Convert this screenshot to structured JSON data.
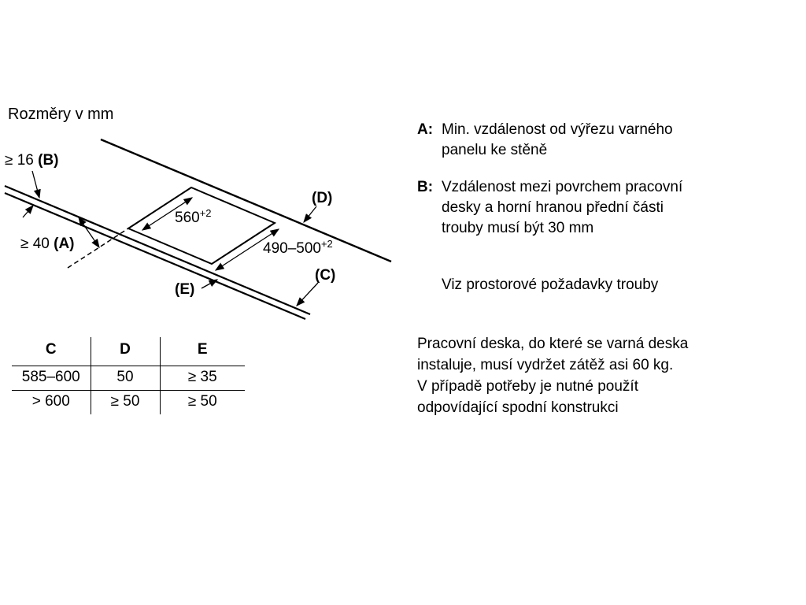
{
  "title": "Rozměry v mm",
  "diagram": {
    "dim_b_value": "≥ 16 ",
    "dim_b_ref": "(B)",
    "dim_a_value": "≥ 40 ",
    "dim_a_ref": "(A)",
    "dim_width_value": "560",
    "dim_width_tol": "+2",
    "dim_depth_value": "490–500",
    "dim_depth_tol": "+2",
    "label_d": "(D)",
    "label_c": "(C)",
    "label_e": "(E)"
  },
  "table": {
    "headers": [
      "C",
      "D",
      "E"
    ],
    "rows": [
      [
        "585–600",
        "50",
        "≥ 35"
      ],
      [
        "> 600",
        "≥ 50",
        "≥ 50"
      ]
    ]
  },
  "notes": {
    "a_label": "A:",
    "a_lines": [
      "Min. vzdálenost od výřezu varného",
      "panelu ke stěně"
    ],
    "b_label": "B:",
    "b_lines": [
      "Vzdálenost mezi povrchem pracovní",
      "desky a horní hranou přední části",
      "trouby musí být 30 mm"
    ],
    "see_also": "Viz prostorové požadavky trouby",
    "paragraph_lines": [
      "Pracovní deska, do které se varná deska",
      "instaluje, musí vydržet zátěž asi 60 kg.",
      "V případě potřeby je nutné použít",
      "odpovídající spodní konstrukci"
    ]
  }
}
